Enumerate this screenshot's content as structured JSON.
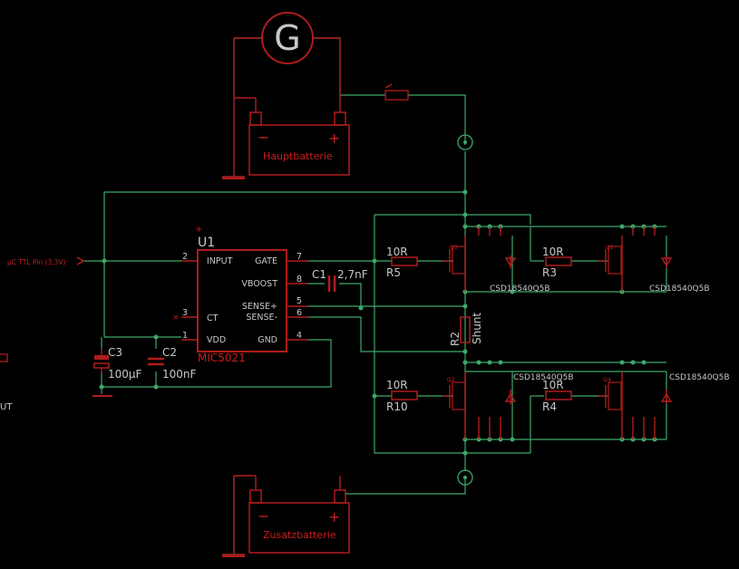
{
  "schematic": {
    "generator_symbol": "G",
    "battery_main": "Hauptbatterie",
    "battery_aux": "Zusatzbatterie",
    "battery_minus": "−",
    "battery_plus": "+",
    "input_label": "µC TTL Pin (3,3V)",
    "offpage_label": "UT",
    "ic": {
      "ref": "U1",
      "value": "MIC5021",
      "pins_left": [
        {
          "name": "INPUT",
          "num": "2"
        },
        {
          "name": "CT",
          "num": "3"
        },
        {
          "name": "VDD",
          "num": "1"
        }
      ],
      "pins_right": [
        {
          "name": "GATE",
          "num": "7"
        },
        {
          "name": "VBOOST",
          "num": "8"
        },
        {
          "name": "SENSE+",
          "num": "5"
        },
        {
          "name": "SENSE-",
          "num": "6"
        },
        {
          "name": "GND",
          "num": "4"
        }
      ]
    },
    "capacitors": [
      {
        "ref": "C1",
        "value": "2,7nF"
      },
      {
        "ref": "C3",
        "value": "100µF"
      },
      {
        "ref": "C2",
        "value": "100nF"
      }
    ],
    "resistors": [
      {
        "ref": "R5",
        "value": "10R"
      },
      {
        "ref": "R3",
        "value": "10R"
      },
      {
        "ref": "R10",
        "value": "10R"
      },
      {
        "ref": "R4",
        "value": "10R"
      }
    ],
    "shunt": {
      "ref": "R2",
      "value": "Shunt"
    },
    "mosfet_part": "CSD18540Q5B",
    "mosfet_refs": [
      "Q3",
      "Q1",
      "Q2",
      "Q4"
    ]
  }
}
